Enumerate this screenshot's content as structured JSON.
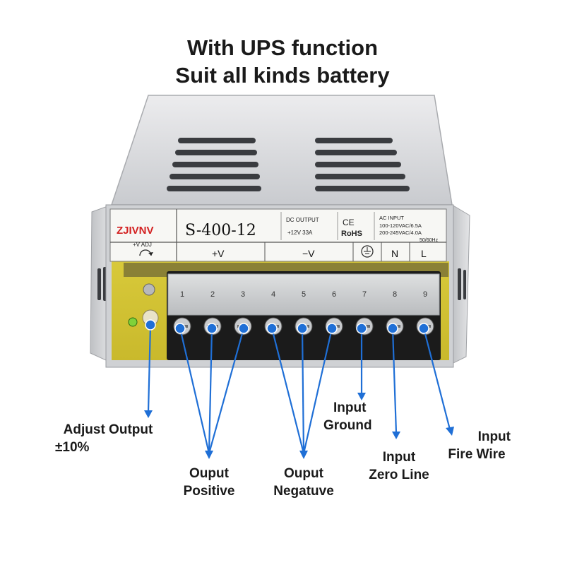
{
  "headline": {
    "line1": "With UPS function",
    "line2": "Suit all kinds battery"
  },
  "product_label": {
    "brand": "ZJIVNV",
    "model": "S-400-12",
    "dc_output_heading": "DC    OUTPUT",
    "dc_output_spec": "+12V       33A",
    "ce_mark": "CE",
    "rohs_mark": "RoHS",
    "ac_input_heading": "AC INPUT",
    "ac_input_line1": "100-120VAC/6.5A",
    "ac_input_line2": "200-245VAC/4.0A",
    "ac_input_line3": "50/60Hz",
    "adj_label": "+V  ADJ",
    "terminal_group_pos": "+V",
    "terminal_group_neg": "−V",
    "terminal_n": "N",
    "terminal_l": "L",
    "terminal_numbers": [
      "1",
      "2",
      "3",
      "4",
      "5",
      "6",
      "7",
      "8",
      "9"
    ]
  },
  "callouts": {
    "adjust_output": [
      "Adjust Output",
      "±10%"
    ],
    "output_positive": [
      "Ouput",
      "Positive"
    ],
    "output_negative": [
      "Ouput",
      "Negatuve"
    ],
    "input_ground": [
      "Input",
      "Ground"
    ],
    "input_zero_line": [
      "Input",
      "Zero Line"
    ],
    "input_fire_wire": [
      "Input",
      "Fire Wire"
    ]
  },
  "colors": {
    "callout_line": "#1f6fd6",
    "case_silver": "#d9dbdd",
    "pcb_yellow": "#e0d23a",
    "terminal_black": "#1b1b1b"
  },
  "icons": {
    "ground_symbol": "ground-icon",
    "adjust_potentiometer": "potentiometer-icon"
  }
}
